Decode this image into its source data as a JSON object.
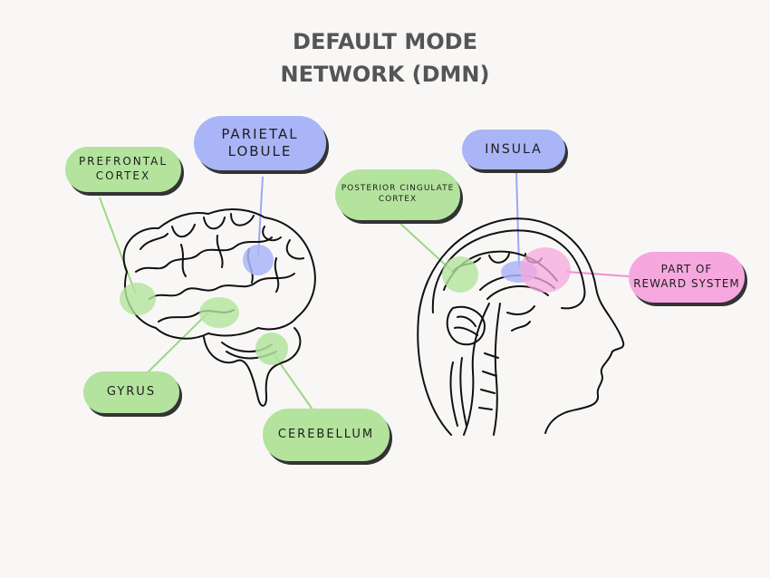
{
  "title": {
    "line1": "DEFAULT MODE",
    "line2": "NETWORK (DMN)"
  },
  "labels": {
    "prefrontal": [
      "PREFRONTAL",
      "CORTEX"
    ],
    "parietal": [
      "PARIETAL",
      "LOBULE"
    ],
    "gyrus": [
      "GYRUS"
    ],
    "cerebellum": [
      "CEREBELLUM"
    ],
    "posterior": [
      "POSTERIOR CINGULATE",
      "CORTEX"
    ],
    "insula": [
      "INSULA"
    ],
    "reward": [
      "PART OF",
      "REWARD SYSTEM"
    ]
  },
  "colors": {
    "green": "#b3e39d",
    "blue": "#aab5f7",
    "pink": "#f6a8de",
    "line_green": "#9bd885",
    "line_blue": "#9aa8f0",
    "line_pink": "#f08fd0"
  }
}
